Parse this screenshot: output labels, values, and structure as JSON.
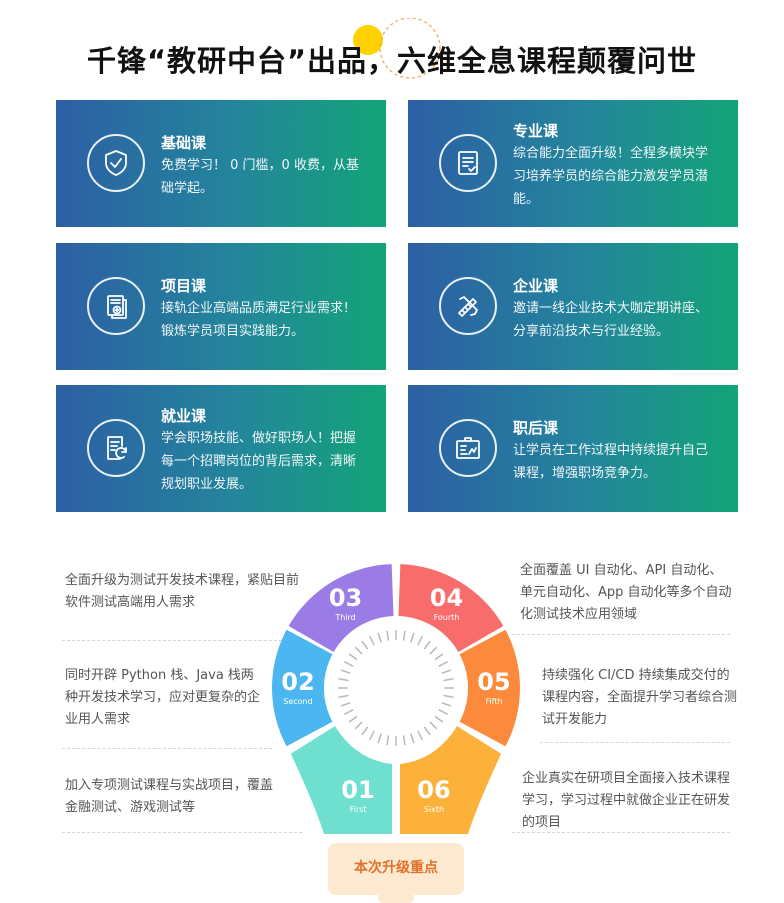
{
  "headline": "千锋“教研中台”出品，六维全息课程颠覆问世",
  "colors": {
    "card_start": "#2d5fa5",
    "card_end": "#13a478",
    "accent_orange": "#e0702a",
    "tab_bg": "#fde9cf"
  },
  "cards": [
    {
      "title": "基础课",
      "desc": "免费学习！ 0 门槛，0 收费，从基础学起。",
      "icon": "shield-check-icon"
    },
    {
      "title": "专业课",
      "desc": "综合能力全面升级！全程多模块学习培养学员的综合能力激发学员潜能。",
      "icon": "checklist-icon"
    },
    {
      "title": "项目课",
      "desc": "接轨企业高端品质满足行业需求！锻炼学员项目实践能力。",
      "icon": "document-stack-icon"
    },
    {
      "title": "企业课",
      "desc": "邀请一线企业技术大咖定期讲座、分享前沿技术与行业经验。",
      "icon": "tools-icon"
    },
    {
      "title": "就业课",
      "desc": "学会职场技能、做好职场人！把握每一个招聘岗位的背后需求，清晰规划职业发展。",
      "icon": "resume-refresh-icon"
    },
    {
      "title": "职后课",
      "desc": "让学员在工作过程中持续提升自己课程，增强职场竞争力。",
      "icon": "presentation-board-icon"
    }
  ],
  "wheel": {
    "segments": [
      {
        "num": "01",
        "label": "First",
        "color": "#6fe0d0"
      },
      {
        "num": "02",
        "label": "Second",
        "color": "#4bb6ef"
      },
      {
        "num": "03",
        "label": "Third",
        "color": "#9b7ce6"
      },
      {
        "num": "04",
        "label": "Fourth",
        "color": "#f86d6c"
      },
      {
        "num": "05",
        "label": "Fifth",
        "color": "#fb8a3c"
      },
      {
        "num": "06",
        "label": "Sixth",
        "color": "#fbb13a"
      }
    ]
  },
  "notes": {
    "third": "全面升级为测试开发技术课程，紧贴目前软件测试高端用人需求",
    "second": "同时开辟 Python 栈、Java 栈两种开发技术学习，应对更复杂的企业用人需求",
    "first": "加入专项测试课程与实战项目，覆盖金融测试、游戏测试等",
    "fourth": "全面覆盖 UI 自动化、API 自动化、单元自动化、App 自动化等多个自动化测试技术应用领域",
    "fifth": "持续强化 CI/CD 持续集成交付的课程内容，全面提升学习者综合测试开发能力",
    "sixth": "企业真实在研项目全面接入技术课程学习，学习过程中就做企业正在研发的项目"
  },
  "bottom_label": "本次升级重点"
}
